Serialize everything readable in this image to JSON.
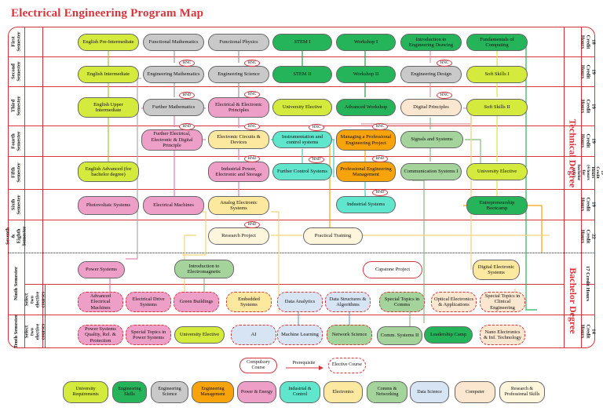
{
  "title": "Electrical Engineering Program Map",
  "rows": [
    {
      "label": "First Semester",
      "hours": "18 Credit Hours"
    },
    {
      "label": "Second Semester",
      "hours": "19 Credit Hours"
    },
    {
      "label": "Third Semester",
      "hours": "19 Credit Hours"
    },
    {
      "label": "Fourth Semester",
      "hours": "19 Credit Hours"
    },
    {
      "label": "Fifth Semester",
      "hours": "19 Credit Hours (4 hours for bachelor only)"
    },
    {
      "label": "Sixth Semester",
      "hours": "19 Credit Hours"
    },
    {
      "label": "Seventh & Eighth Semester",
      "hours": "22 Credit Hours"
    },
    {
      "label": "Ninth Semester",
      "hours": "17 Credit Hours"
    },
    {
      "label": "Tenth Semester",
      "hours": "14 Credit Hours"
    }
  ],
  "sub_rows": {
    "ninth": "Select two elective courses",
    "tenth": "Select two elective courses"
  },
  "degrees": {
    "technical": "Technical Degree",
    "bachelor": "Bachelor Degree"
  },
  "courses": {
    "english_pre": "English Pre-Intermediate",
    "functional_math": "Functional Mathematics",
    "functional_physics": "Functional Physics",
    "stem1": "STEM I",
    "workshop1": "Workshop I",
    "intro_drawing": "Introduction to Engineering Drawing",
    "fund_computing": "Fundamentals of Computing",
    "english_int": "English Intermediate",
    "eng_math": "Engineering Mathematics",
    "eng_science": "Engineering Science",
    "stem2": "STEM II",
    "workshop2": "Workshop II",
    "eng_design": "Engineering Design",
    "soft1": "Soft Skills I",
    "english_upper": "English Upper Intermediate",
    "further_math": "Further Mathematics",
    "ee_principles": "Electrical & Electronic Principles",
    "uni_elective1": "University Elective",
    "adv_workshop": "Advanced Workshop",
    "digital_principles": "Digital Principles",
    "soft2": "Soft Skills II",
    "further_eed": "Further Electrical, Electronic & Digital Principle",
    "circuits_devices": "Electronic Circuits & Devices",
    "instrumentation": "Instrumentation and control systems",
    "managing_project": "Managing a Professional Engineering Project",
    "signals": "Signals and Systems",
    "english_adv": "English Advanced (for bachelor degree)",
    "industrial_power": "Industrial Power, Electronic and Storage",
    "further_control": "Further Control Systems",
    "prof_eng_mgmt": "Professional Engineering Management",
    "comm_sys1": "Communication Systems I",
    "uni_elective2": "University Elective",
    "photovoltaic": "Photovoltaic Systems",
    "elec_machines": "Electrical Machines",
    "analog_electronic": "Analog Electronic Systems",
    "industrial_systems": "Industrial Systems",
    "entrepreneurship": "Entrepreneurship Bootcamp",
    "research_project": "Research Project",
    "practical_training": "Practical Training",
    "power_systems": "Power Systems",
    "intro_em": "Introduction to Electromagnetic",
    "capstone": "Capstone Project",
    "digital_elec_sys": "Digital Electronic Systems",
    "adv_machines": "Advanced Electrical Machines",
    "drive_systems": "Electrical Drive Systems",
    "green_buildings": "Green Buildings",
    "embedded": "Embedded Systems",
    "data_analytics": "Data Analytics",
    "data_structures": "Data Structures & Algorithms",
    "special_comms": "Special Topics in Comms",
    "optical": "Optical Electronics & Applications",
    "special_clinical": "Special Topics in Clinical Engineering",
    "ps_quality": "Power Systems Quality, Rel. & Protection",
    "special_power": "Special Topics in Power Systems",
    "uni_elective3": "University Elective",
    "ai": "AI",
    "ml": "Machine Learning",
    "network_science": "Network Science",
    "comm_sys2": "Comm. Systems II",
    "leadership": "Leadership Camp",
    "nano": "Nano Electronics & Inf. Technology"
  },
  "tags": {
    "hnc": "HNC",
    "hnd": "HND"
  },
  "legend": {
    "compulsory": "Compulsory Course",
    "prerequisite": "Prerequisite",
    "elective": "Elective Course",
    "categories": [
      {
        "label": "University Requirements",
        "color": "#d4ea3c"
      },
      {
        "label": "Engineering Skills",
        "color": "#26b45a"
      },
      {
        "label": "Engineering Science",
        "color": "#c9c9c9"
      },
      {
        "label": "Engineering Management",
        "color": "#f7a30c"
      },
      {
        "label": "Power & Energy",
        "color": "#ee9fc8"
      },
      {
        "label": "Industrial & Control",
        "color": "#5fe6cc"
      },
      {
        "label": "Electronics",
        "color": "#fde8a0"
      },
      {
        "label": "Comms & Networking",
        "color": "#a5d39c"
      },
      {
        "label": "Data Science",
        "color": "#d7e4f4"
      },
      {
        "label": "Computer",
        "color": "#fbe6cf"
      },
      {
        "label": "Research & Professional Skills",
        "color": "#fdf6dd"
      }
    ]
  },
  "accent_color": "#d9343b"
}
